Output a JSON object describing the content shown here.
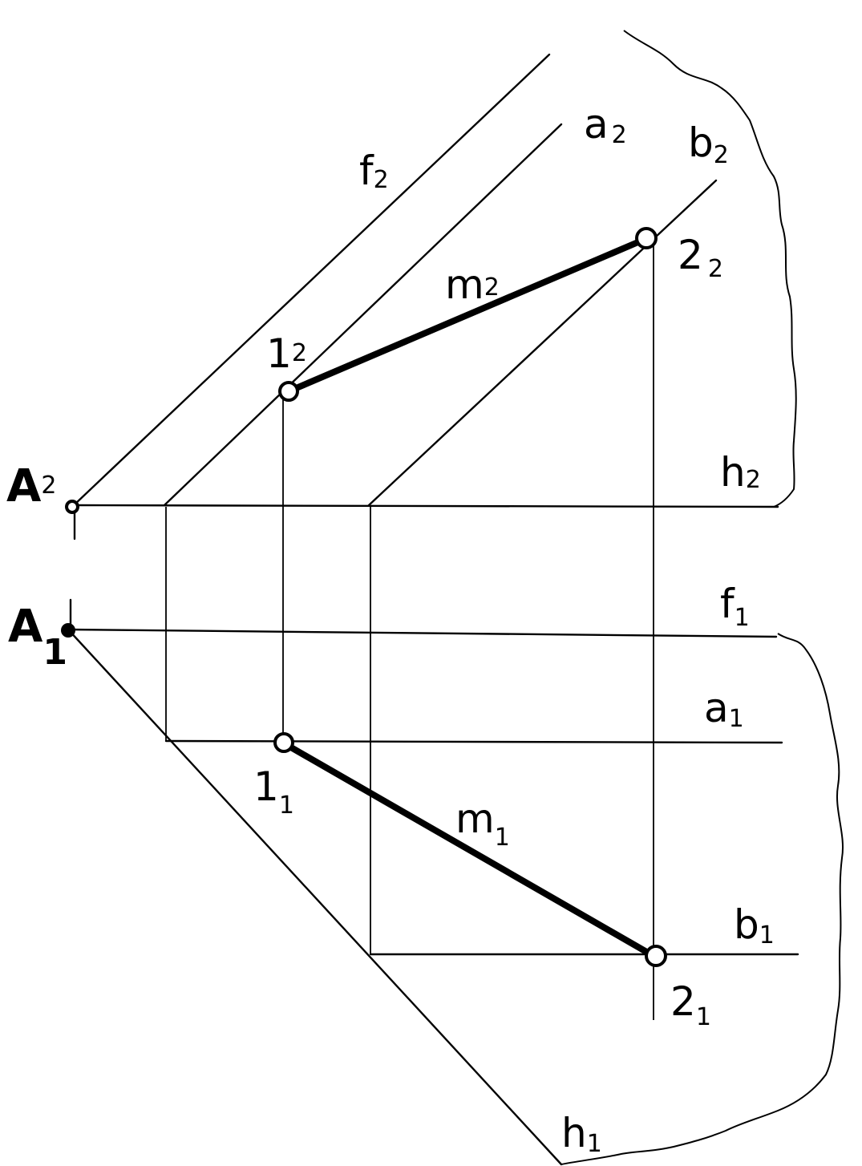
{
  "labels": {
    "f2": {
      "main": "f",
      "sub": "2"
    },
    "a2": {
      "main": "a",
      "sub": "2"
    },
    "b2": {
      "main": "b",
      "sub": "2"
    },
    "m2": {
      "main": "m",
      "sub": "2"
    },
    "p1_2": {
      "main": "1",
      "sub": "2"
    },
    "p2_2": {
      "main": "2",
      "sub": "2"
    },
    "A2": {
      "main": "A",
      "sub": "2"
    },
    "h2": {
      "main": "h",
      "sub": "2"
    },
    "A1": {
      "main": "A",
      "sub": "1"
    },
    "f1": {
      "main": "f",
      "sub": "1"
    },
    "a1": {
      "main": "a",
      "sub": "1"
    },
    "p1_1": {
      "main": "1",
      "sub": "1"
    },
    "m1": {
      "main": "m",
      "sub": "1"
    },
    "b1": {
      "main": "b",
      "sub": "1"
    },
    "p2_1": {
      "main": "2",
      "sub": "1"
    },
    "h1": {
      "main": "h",
      "sub": "1"
    }
  }
}
